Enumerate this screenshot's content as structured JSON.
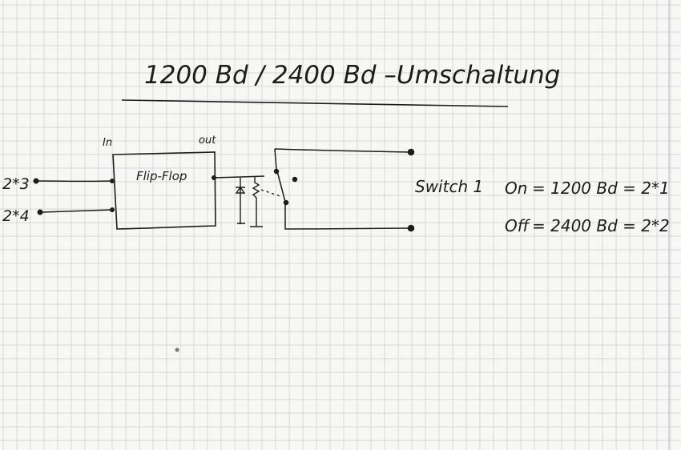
{
  "title": "1200 Bd / 2400 Bd  –Umschaltung",
  "flipflop": {
    "label": "Flip-Flop",
    "in_label": "In",
    "out_label": "out"
  },
  "inputs": [
    {
      "label": "2*3"
    },
    {
      "label": "2*4"
    }
  ],
  "switch": {
    "label": "Switch 1"
  },
  "legend": [
    {
      "state": "On",
      "text": "= 1200 Bd = 2*1"
    },
    {
      "state": "Off",
      "text": "= 2400 Bd = 2*2"
    }
  ],
  "colors": {
    "paper": "#f7f7f5",
    "grid": "#c9cdd2",
    "ink": "#1c1c1c"
  }
}
